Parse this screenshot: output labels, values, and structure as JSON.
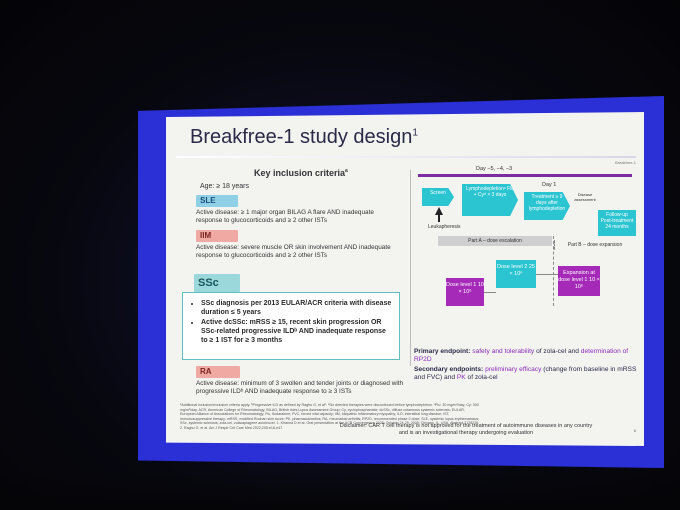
{
  "slide": {
    "title": "Breakfree-1 study design",
    "title_sup": "1",
    "corner_label": "Breakfree-1",
    "criteria_title": "Key inclusion criteria",
    "criteria_sup": "a",
    "age": "Age: ≥ 18 years",
    "sle": {
      "tag": "SLE",
      "text": "Active disease: ≥ 1 major organ BILAG A flare AND inadequate response to glucocorticoids and ≥ 2 other ISTs"
    },
    "iim": {
      "tag": "IIM",
      "text": "Active disease: severe muscle OR skin involvement AND inadequate response to glucocorticoids and ≥ 2 other ISTs"
    },
    "ssc": {
      "tag": "SSc",
      "bullets": [
        "SSc diagnosis per 2013 EULAR/ACR criteria with disease duration ≤ 5 years",
        "Active dcSSc: mRSS ≥ 15, recent skin progression OR SSc-related progressive ILDᵇ AND inadequate response to ≥ 1 IST for ≥ 3 months"
      ]
    },
    "ra": {
      "tag": "RA",
      "text": "Active disease: minimum of 3 swollen and tender joints or diagnosed with progressive ILDᵇ AND inadequate response to ≥ 3 ISTs"
    },
    "footnotes": "ᵃAdditional inclusion/exclusion criteria apply. ᵇProgressive ILD as defined by Raghu G, et al². ᶜSix directed therapies were discontinued before lymphodepletion. ᵈFlu: 30 mg/m²/day; Cy: 300 mg/m²/day. ACR, American College of Rheumatology; BILAG, British Isles Lupus Assessment Group; Cy, cyclophosphamide; dcSSc, diffuse cutaneous systemic sclerosis; EULAR, European Alliance of Associations for Rheumatology; Flu, fludarabine; FVC, forced vital capacity; IIM, idiopathic inflammatory myopathy; ILD, interstitial lung disease; IST, immunosuppressive therapy; mRSS, modified Rodnan skin score; PK, pharmacokinetics; RA, rheumatoid arthritis; RP2D, recommended phase 2 dose; SLE, systemic lupus erythematosus; SSc, systemic sclerosis; zola-cel, zolacaptagene autoleucel. 1. Khanna D et al. Oral presentation at the ACR Convergence 2025; October 24-29, 2025; Chicago, IL, USA. Abstract 2128236. 2. Raghu G, et al. Am J Respir Crit Care Med 2022;205:e18-e47.",
    "disclaimer_line1": "Disclaimer: CAR T cell therapy is not approved for the treatment of autoimmune diseases in any country",
    "disclaimer_line2": "and is an investigational therapy undergoing evaluation",
    "page_number": "6"
  },
  "diagram": {
    "day_top": "Day −5, −4, −3",
    "day1": "Day 1",
    "screen": "Screen",
    "lymph": "Lymphodepletionᶜ Flu + Cyᵈ × 3 days",
    "treatment": "Treatment ≥ 9 days after lymphodepletion",
    "disease_assessment": "Disease assessment",
    "followup": "Follow-up Post-treatment 24 months",
    "leukapheresis": "Leukapheresis",
    "partA": "Part A – dose escalation",
    "partB": "Part B – dose expansion",
    "dose1": "Dose level 1 10 × 10⁶",
    "dose2": "Dose level 2 25 × 10⁶",
    "dose3": "Expansion at dose level 1 10 × 10⁶"
  },
  "endpoints": {
    "primary_label": "Primary endpoint:",
    "primary_a": "safety and tolerability",
    "primary_b": "of zola-cel and",
    "primary_c": "determination of RP2D",
    "secondary_label": "Secondary endpoints:",
    "secondary_a": "preliminary efficacy",
    "secondary_b": "(change from baseline in mRSS and FVC) and",
    "secondary_c": "PK",
    "secondary_d": "of zola-cel"
  },
  "colors": {
    "frame_blue": "#2a2fd6",
    "cyan": "#2bc4d1",
    "purple": "#a62ab8",
    "teal_box": "#5fbfbf"
  }
}
